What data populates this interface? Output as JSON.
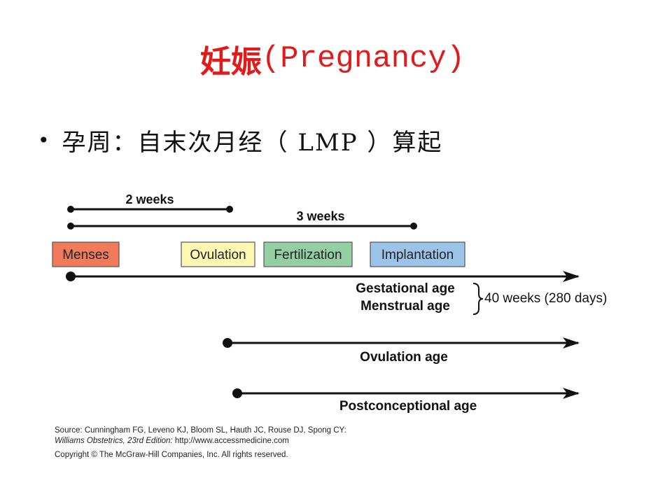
{
  "title": {
    "chinese": "妊娠",
    "english": "(Pregnancy)"
  },
  "bullet": {
    "symbol": "•",
    "text": "孕周：自末次月经（ LMP ）算起"
  },
  "diagram": {
    "spans": [
      {
        "label": "2 weeks"
      },
      {
        "label": "3 weeks"
      }
    ],
    "events": [
      {
        "label": "Menses",
        "fill": "#f07a5a"
      },
      {
        "label": "Ovulation",
        "fill": "#fdf7b4"
      },
      {
        "label": "Fertilization",
        "fill": "#93cfa3"
      },
      {
        "label": "Implantation",
        "fill": "#9cc3e8"
      }
    ],
    "timelines": [
      {
        "labels": [
          "Gestational age",
          "Menstrual age"
        ]
      },
      {
        "labels": [
          "Ovulation age"
        ]
      },
      {
        "labels": [
          "Postconceptional age"
        ]
      }
    ],
    "bracket_label": "40 weeks (280 days)"
  },
  "source": {
    "line1": "Source: Cunningham FG, Leveno KJ, Bloom SL, Hauth JC, Rouse DJ, Spong CY:",
    "line2_italic": "Williams Obstetrics, 23rd Edition:",
    "line2_url": " http://www.accessmedicine.com",
    "copyright": "Copyright © The McGraw-Hill Companies, Inc. All rights reserved."
  }
}
